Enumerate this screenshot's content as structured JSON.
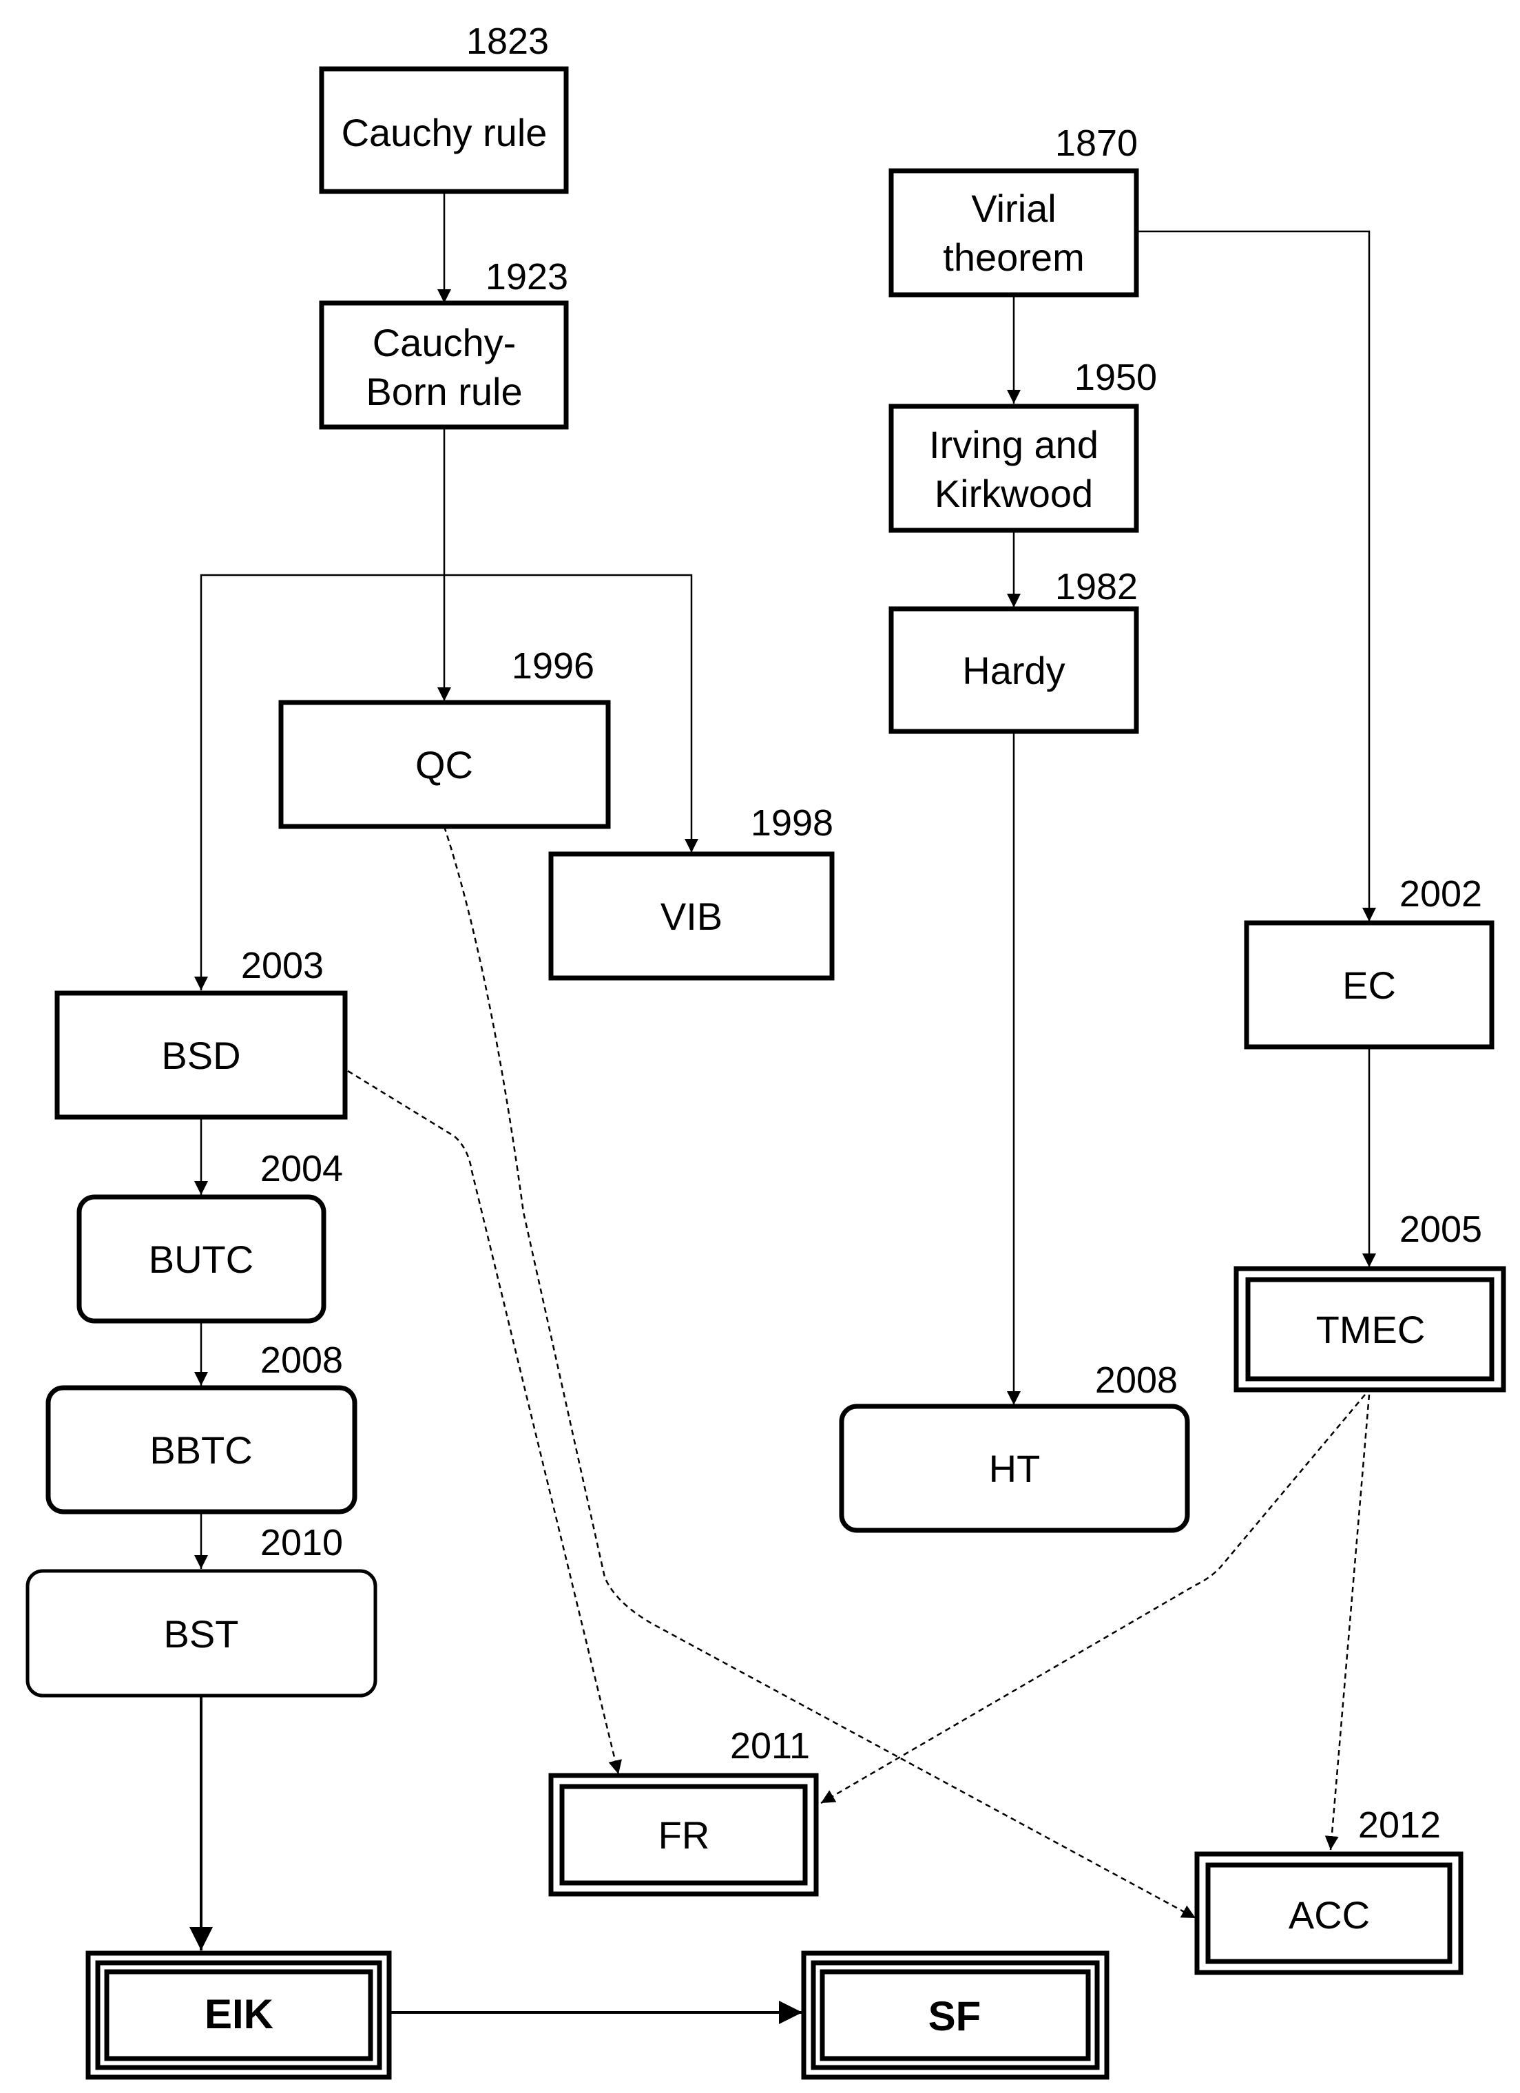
{
  "nodes": {
    "cauchy_rule": {
      "label": [
        "Cauchy rule"
      ],
      "year": "1823"
    },
    "cauchy_born_rule": {
      "label": [
        "Cauchy-",
        "Born rule"
      ],
      "year": "1923"
    },
    "virial_theorem": {
      "label": [
        "Virial",
        "theorem"
      ],
      "year": "1870"
    },
    "irving_kirkwood": {
      "label": [
        "Irving and",
        "Kirkwood"
      ],
      "year": "1950"
    },
    "hardy": {
      "label": [
        "Hardy"
      ],
      "year": "1982"
    },
    "qc": {
      "label": [
        "QC"
      ],
      "year": "1996"
    },
    "vib": {
      "label": [
        "VIB"
      ],
      "year": "1998"
    },
    "ec": {
      "label": [
        "EC"
      ],
      "year": "2002"
    },
    "bsd": {
      "label": [
        "BSD"
      ],
      "year": "2003"
    },
    "butc": {
      "label": [
        "BUTC"
      ],
      "year": "2004"
    },
    "tmec": {
      "label": [
        "TMEC"
      ],
      "year": "2005"
    },
    "bbtc": {
      "label": [
        "BBTC"
      ],
      "year": "2008"
    },
    "ht": {
      "label": [
        "HT"
      ],
      "year": "2008"
    },
    "bst": {
      "label": [
        "BST"
      ],
      "year": "2010"
    },
    "fr": {
      "label": [
        "FR"
      ],
      "year": "2011"
    },
    "acc": {
      "label": [
        "ACC"
      ],
      "year": "2012"
    },
    "eik": {
      "label": [
        "EIK"
      ],
      "year": ""
    },
    "sf": {
      "label": [
        "SF"
      ],
      "year": ""
    }
  },
  "edges": [
    {
      "from": "cauchy_rule",
      "to": "cauchy_born_rule",
      "style": "solid"
    },
    {
      "from": "cauchy_born_rule",
      "to": "qc",
      "style": "solid"
    },
    {
      "from": "cauchy_born_rule",
      "to": "bsd",
      "style": "solid"
    },
    {
      "from": "cauchy_born_rule",
      "to": "vib",
      "style": "solid"
    },
    {
      "from": "virial_theorem",
      "to": "irving_kirkwood",
      "style": "solid"
    },
    {
      "from": "virial_theorem",
      "to": "ec",
      "style": "solid"
    },
    {
      "from": "irving_kirkwood",
      "to": "hardy",
      "style": "solid"
    },
    {
      "from": "hardy",
      "to": "ht",
      "style": "solid"
    },
    {
      "from": "ec",
      "to": "tmec",
      "style": "solid"
    },
    {
      "from": "bsd",
      "to": "butc",
      "style": "solid"
    },
    {
      "from": "butc",
      "to": "bbtc",
      "style": "solid"
    },
    {
      "from": "bbtc",
      "to": "bst",
      "style": "solid"
    },
    {
      "from": "bst",
      "to": "eik",
      "style": "solid"
    },
    {
      "from": "eik",
      "to": "sf",
      "style": "solid"
    },
    {
      "from": "qc",
      "to": "acc",
      "style": "dashed"
    },
    {
      "from": "bsd",
      "to": "fr",
      "style": "dashed"
    },
    {
      "from": "tmec",
      "to": "fr",
      "style": "dashed"
    },
    {
      "from": "tmec",
      "to": "acc",
      "style": "dashed"
    }
  ]
}
